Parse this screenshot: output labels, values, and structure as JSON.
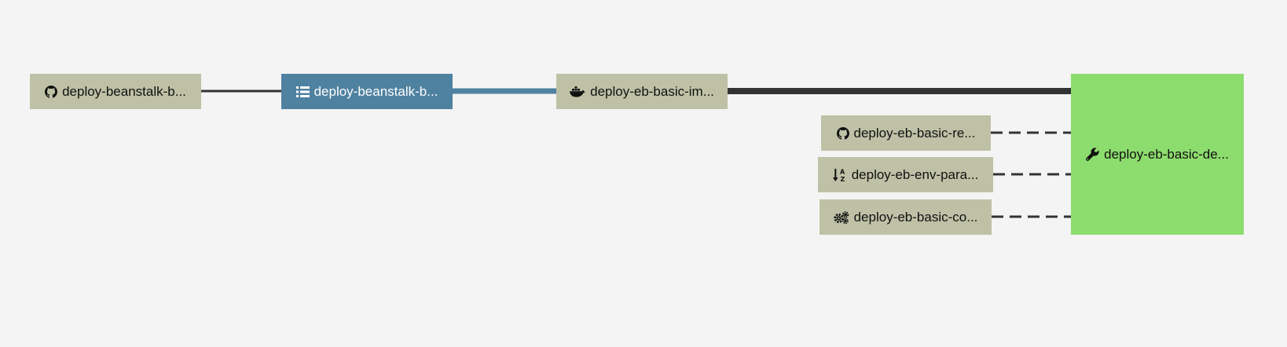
{
  "colors": {
    "background": "#f4f4f4",
    "resource": "#bfc1a6",
    "job": "#4f81a0",
    "job_text": "#ffffff",
    "succeeded": "#8ddc6e",
    "line_dark": "#333333",
    "line_blue": "#4f81a0"
  },
  "nodes": {
    "repo_source": {
      "label": "deploy-beanstalk-b...",
      "icon": "github-icon"
    },
    "build_job": {
      "label": "deploy-beanstalk-b...",
      "icon": "list-icon"
    },
    "image": {
      "label": "deploy-eb-basic-im...",
      "icon": "docker-icon"
    },
    "repo": {
      "label": "deploy-eb-basic-re...",
      "icon": "github-icon"
    },
    "env_params": {
      "label": "deploy-eb-env-para...",
      "icon": "sort-alpha-icon"
    },
    "config": {
      "label": "deploy-eb-basic-co...",
      "icon": "cogs-icon"
    },
    "deploy_job": {
      "label": "deploy-eb-basic-de...",
      "icon": "wrench-icon"
    }
  }
}
